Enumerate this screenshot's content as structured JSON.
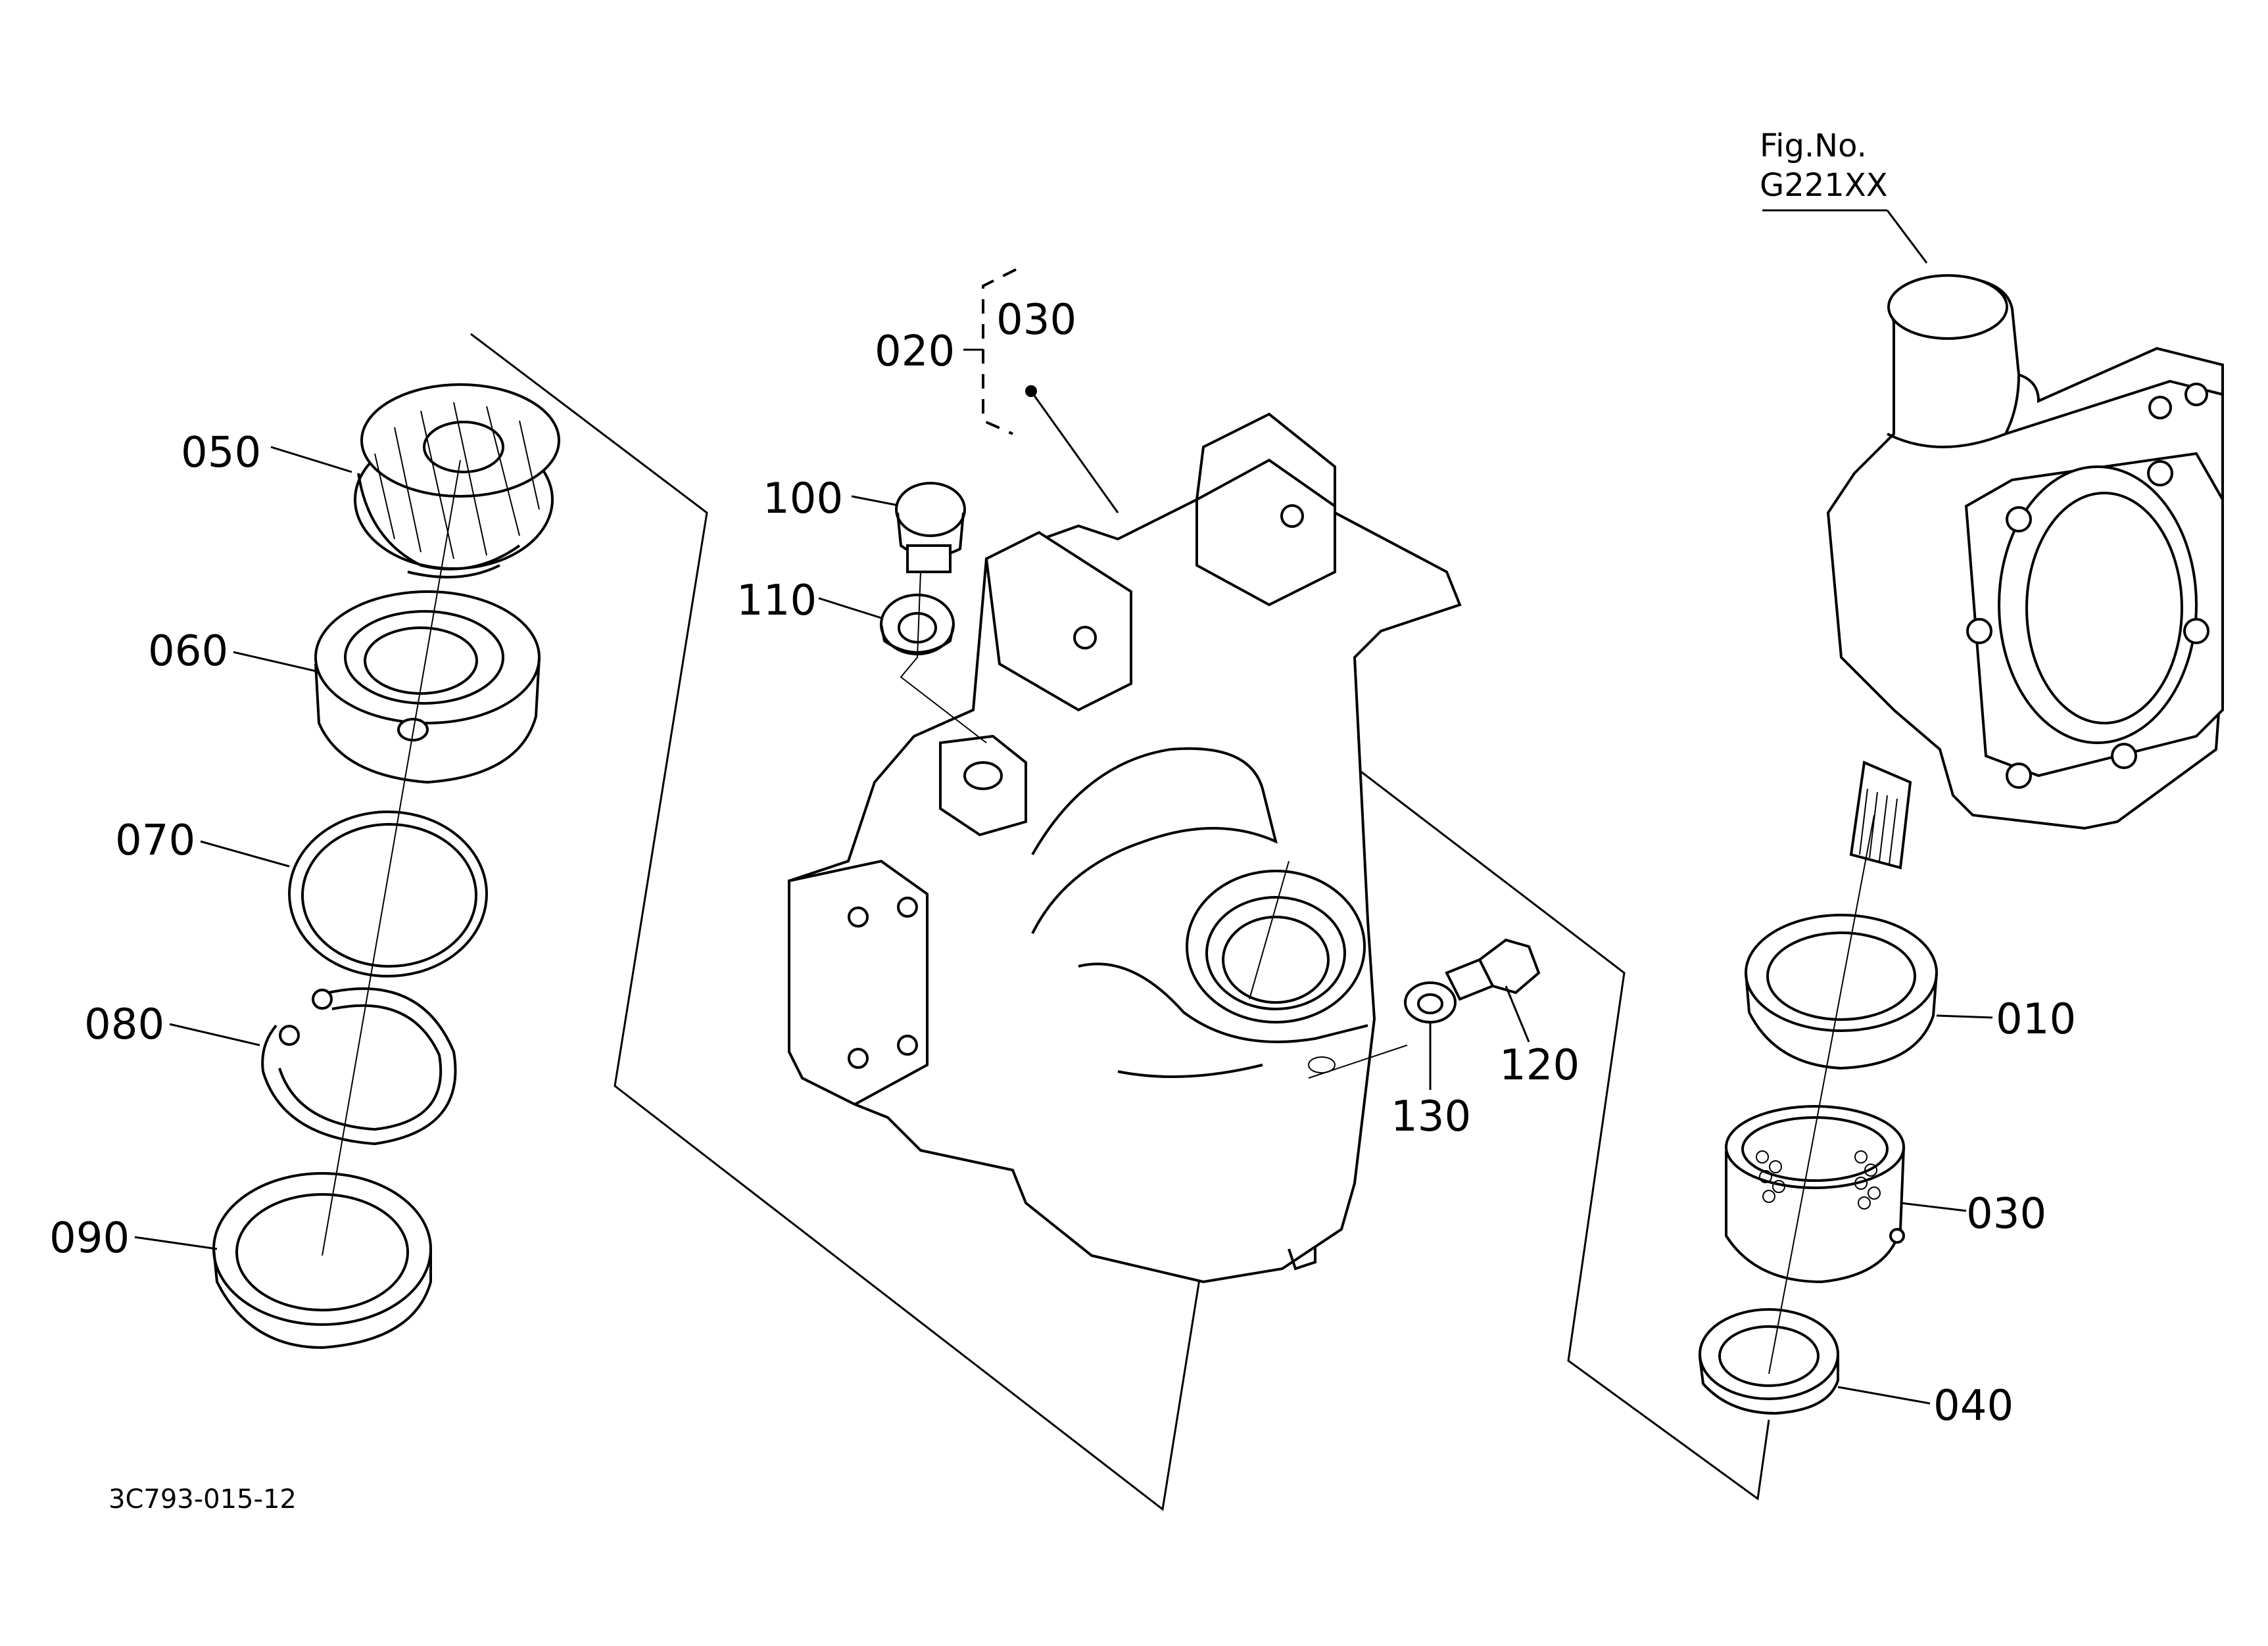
{
  "figure_ref": {
    "line1": "Fig.No.",
    "line2": "G221XX"
  },
  "drawing_code": "3C793-015-12",
  "callouts": [
    {
      "id": "c050",
      "label": "050"
    },
    {
      "id": "c060",
      "label": "060"
    },
    {
      "id": "c070",
      "label": "070"
    },
    {
      "id": "c080",
      "label": "080"
    },
    {
      "id": "c090",
      "label": "090"
    },
    {
      "id": "c020",
      "label": "020"
    },
    {
      "id": "c030a",
      "label": "030"
    },
    {
      "id": "c100",
      "label": "100"
    },
    {
      "id": "c110",
      "label": "110"
    },
    {
      "id": "c120",
      "label": "120"
    },
    {
      "id": "c130",
      "label": "130"
    },
    {
      "id": "c010",
      "label": "010"
    },
    {
      "id": "c030b",
      "label": "030"
    },
    {
      "id": "c040",
      "label": "040"
    }
  ]
}
